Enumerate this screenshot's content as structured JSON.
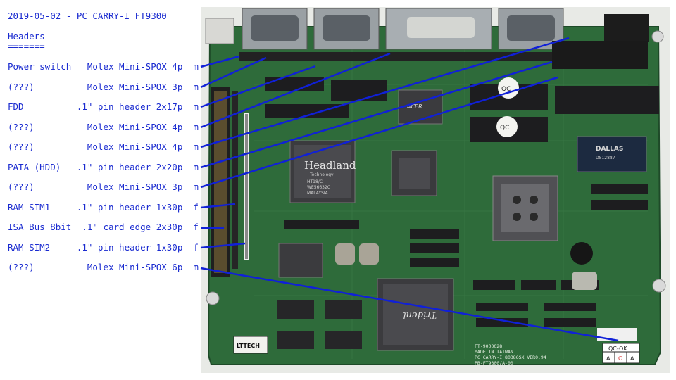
{
  "title": "2019-05-02 - PC CARRY-I FT9300",
  "section_heading": "Headers",
  "section_underline": "=======",
  "headers": [
    {
      "line": "Power switch   Molex Mini-SPOX 4p  m"
    },
    {
      "line": "(???)          Molex Mini-SPOX 3p  m"
    },
    {
      "line": "FDD          .1\" pin header 2x17p  m"
    },
    {
      "line": "(???)          Molex Mini-SPOX 4p  m"
    },
    {
      "line": "(???)          Molex Mini-SPOX 4p  m"
    },
    {
      "line": "PATA (HDD)   .1\" pin header 2x20p  m"
    },
    {
      "line": "(???)          Molex Mini-SPOX 3p  m"
    },
    {
      "line": "RAM SIM1     .1\" pin header 1x30p  f"
    },
    {
      "line": "ISA Bus 8bit  .1\" card edge 2x30p  f"
    },
    {
      "line": "RAM SIM2     .1\" pin header 1x30p  f"
    },
    {
      "line": "(???)          Molex Mini-SPOX 6p  m"
    }
  ],
  "board": {
    "chip_headland_brand": "Headland",
    "chip_headland_sub": "Technology",
    "chip_headland_part": "HT18/C",
    "chip_headland_code": "WE56632C",
    "chip_headland_origin": "MALAYSIA",
    "chip_trident_brand": "Trident",
    "chip_dallas_brand": "DALLAS",
    "chip_dallas_part": "DS12887",
    "chip_acer_brand": "ACER",
    "qc_sticker_1": "QC",
    "qc_sticker_2": "QC",
    "maker_logo": "LTTECH",
    "silk_made_in": "MADE IN TAIWAN",
    "silk_model": "PC CARRY-I 80386SX VER0.94",
    "silk_pb": "PB-FT9300/A-00",
    "silk_ft": "FT-9000028",
    "qc_tag_title": "QC-OK",
    "qc_tag_cells": [
      "A",
      "O",
      "A"
    ]
  },
  "colors": {
    "label_text": "#1a2bd0",
    "leader_line": "#1020d8",
    "pcb": "#2e6b3a",
    "pcb_dark": "#1e4a28"
  }
}
